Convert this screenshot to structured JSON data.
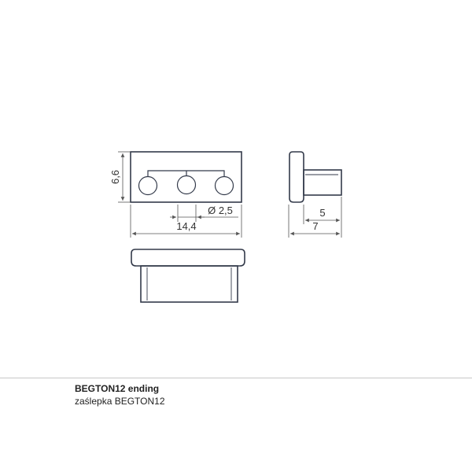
{
  "drawing": {
    "dimensions": {
      "height": "6,6",
      "width": "14,4",
      "hole_diameter": "Ø 2,5",
      "pin_length": "5",
      "total_length": "7"
    }
  },
  "caption": {
    "title": "BEGTON12 ending",
    "subtitle": "zaślepka BEGTON12"
  },
  "colors": {
    "outline": "#333a4a",
    "dimension_line": "#555555",
    "divider": "#c8c8c8"
  }
}
